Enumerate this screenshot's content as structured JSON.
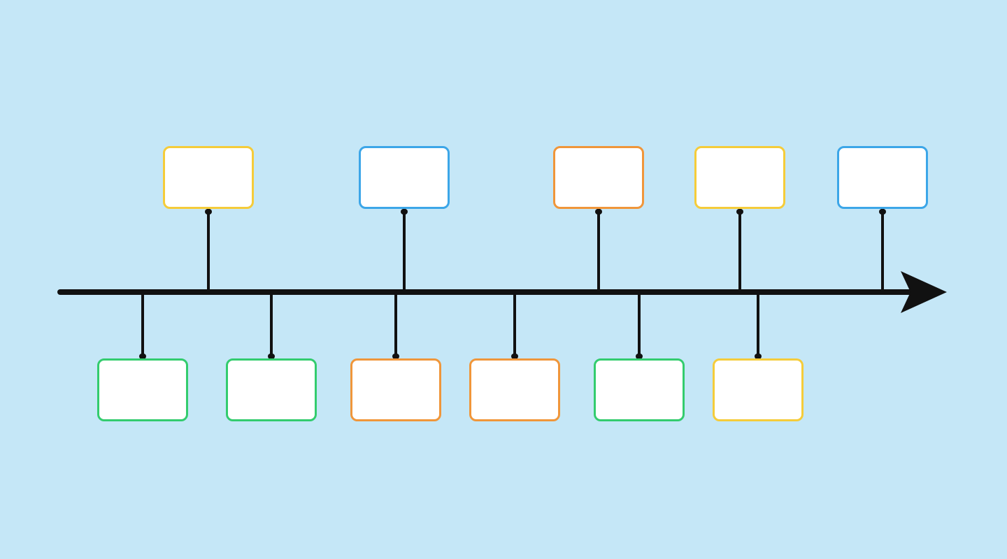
{
  "diagram": {
    "type": "timeline",
    "axis": {
      "color": "#111111",
      "direction": "left-to-right",
      "arrowhead": "right"
    },
    "colors": {
      "background": "#c5e7f7",
      "yellow": "#f5cc3a",
      "blue": "#3ca6e8",
      "orange": "#f0963a",
      "green": "#33cc6e",
      "card_fill": "#ffffff"
    },
    "upper_cards": [
      {
        "color": "yellow",
        "text": ""
      },
      {
        "color": "blue",
        "text": ""
      },
      {
        "color": "orange",
        "text": ""
      },
      {
        "color": "yellow",
        "text": ""
      },
      {
        "color": "blue",
        "text": ""
      }
    ],
    "lower_cards": [
      {
        "color": "green",
        "text": ""
      },
      {
        "color": "green",
        "text": ""
      },
      {
        "color": "orange",
        "text": ""
      },
      {
        "color": "orange",
        "text": ""
      },
      {
        "color": "green",
        "text": ""
      },
      {
        "color": "yellow",
        "text": ""
      }
    ]
  }
}
